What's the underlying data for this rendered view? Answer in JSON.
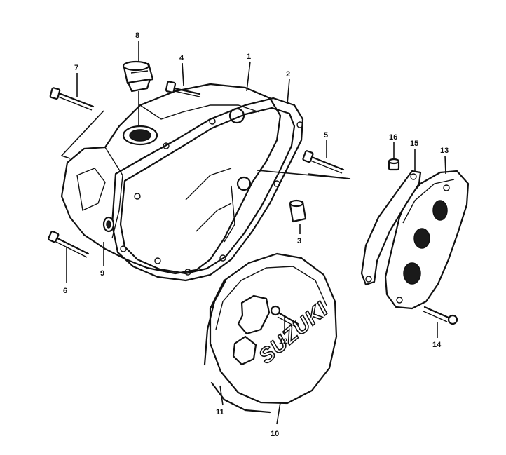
{
  "diagram": {
    "brand_mark": "SUZUKI",
    "callouts": [
      "1",
      "2",
      "3",
      "4",
      "5",
      "6",
      "7",
      "8",
      "9",
      "10",
      "11",
      "12",
      "13",
      "14",
      "15",
      "16"
    ]
  }
}
